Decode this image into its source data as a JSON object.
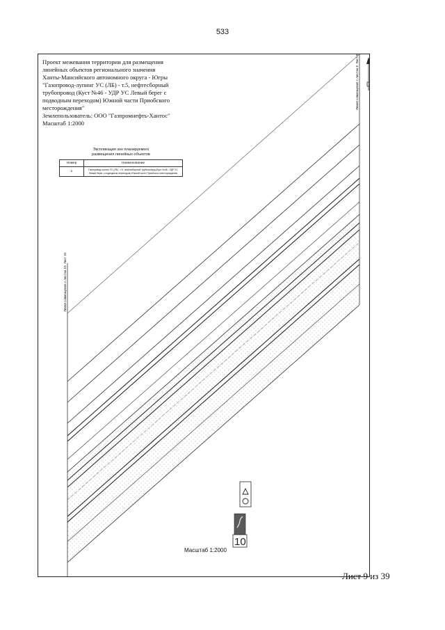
{
  "page": {
    "number": "533",
    "sheet_footer": "Лист 9 из 39"
  },
  "title_block": {
    "lines": [
      "Проект межевания территории для размещения",
      "линейных объектов регионального значения",
      "Ханты-Мансийского автономного округа - Югры",
      "\"Газопровод-лупинг УС (ЛБ) - т.5, нефтесборный",
      "трубопровод (Куст №46 - УДР УС Левый берег с",
      "подводным переходом) Южной части Приобского",
      "месторождения\"",
      "Землепользователь: ООО \"Газпромнефть-Хантос\"",
      "Масштаб 1:2000"
    ]
  },
  "legend": {
    "title_line1": "Экспликация зон планируемого",
    "title_line2": "размещения линейных объектов",
    "col_number": "Номер",
    "col_name": "Наименование",
    "row_number": "1",
    "row_name": "Газопровод-лупинг УС (ЛБ) - т.5, нефтесборный трубопровод (Куст №46 - УДР УС Левый берег с подводным переходом) Южной части Приобского месторождения"
  },
  "side_labels": {
    "right": "Линия совмещения с листом 8",
    "right_sheet": "Лист 8",
    "left": "Линия совмещения с листом 10",
    "left_sheet": "Лист 10"
  },
  "map_labels": {
    "bottom_number": "10"
  },
  "scale_bottom": "Масштаб 1:2000",
  "colors": {
    "ink": "#222222",
    "hatch": "#9a9a9a",
    "marker": "#555555"
  },
  "icons": [
    "north-arrow-icon",
    "bottom-marker-icon"
  ]
}
